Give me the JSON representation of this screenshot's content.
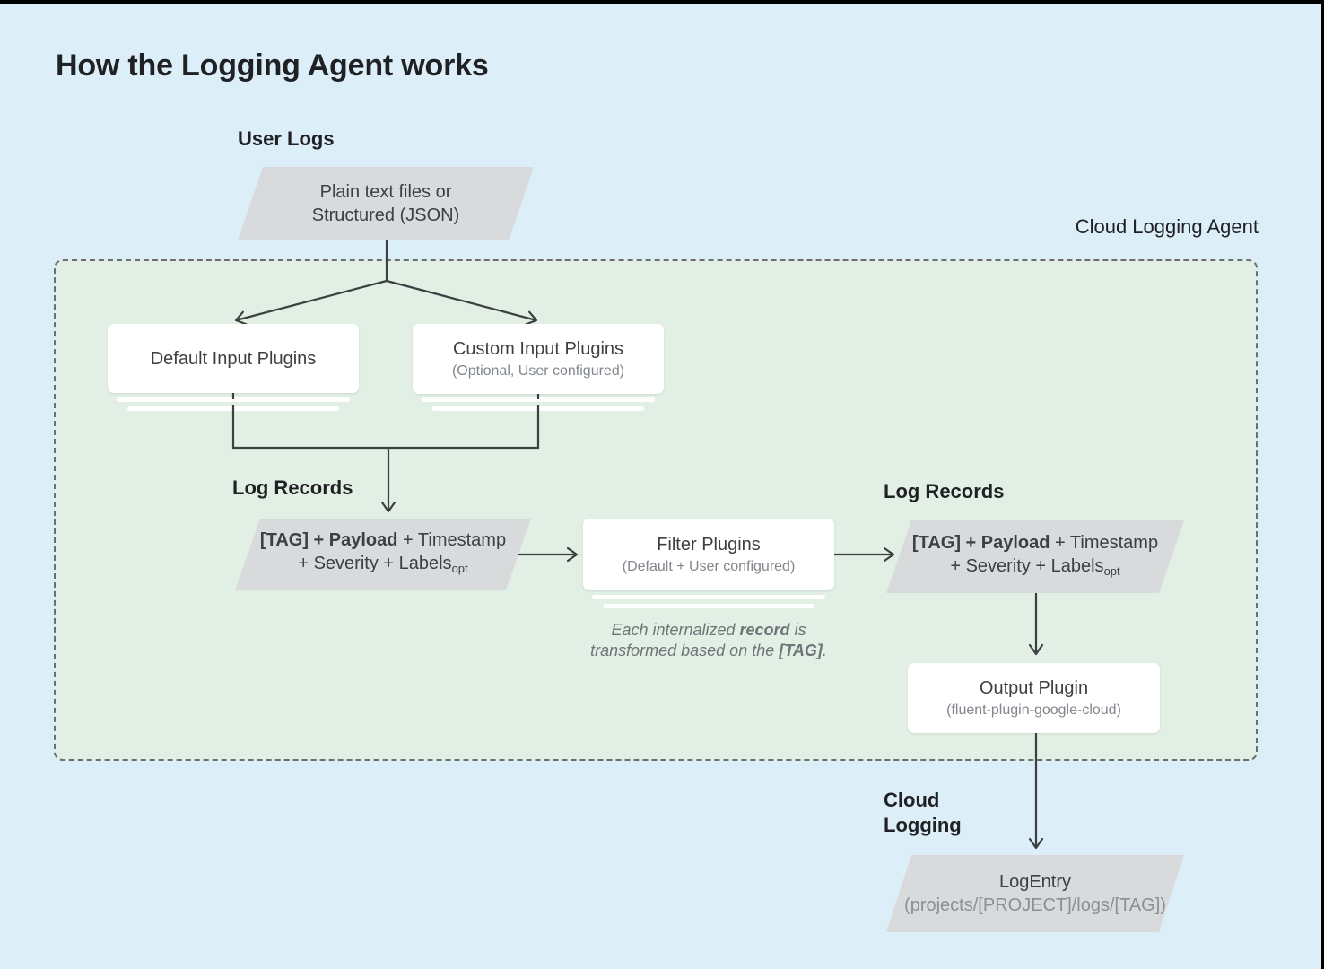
{
  "title": "How the Logging Agent works",
  "agent_label": "Cloud Logging Agent",
  "sections": {
    "user_logs": "User Logs",
    "log_records_left": "Log Records",
    "log_records_right": "Log Records",
    "cloud_line1": "Cloud",
    "cloud_line2": "Logging"
  },
  "nodes": {
    "user_logs_file": {
      "line1": "Plain text files or",
      "line2": "Structured (JSON)"
    },
    "default_input": {
      "title": "Default Input Plugins"
    },
    "custom_input": {
      "title": "Custom Input Plugins",
      "subtitle": "(Optional, User configured)"
    },
    "log_record_left": {
      "bold": "[TAG] + Payload",
      "rest": " + Timestamp",
      "line2": "+ Severity + Labels",
      "subscript": "opt"
    },
    "filter": {
      "title": "Filter Plugins",
      "subtitle": "(Default + User configured)"
    },
    "log_record_right": {
      "bold": "[TAG] + Payload",
      "rest": " + Timestamp",
      "line2": "+ Severity + Labels",
      "subscript": "opt"
    },
    "output": {
      "title": "Output Plugin",
      "subtitle": "(fluent-plugin-google-cloud)"
    },
    "log_entry": {
      "title": "LogEntry",
      "subtitle": "(projects/[PROJECT]/logs/[TAG])"
    }
  },
  "caption": {
    "t1": "Each internalized ",
    "b1": "record",
    "t2": " is",
    "t3": "transformed based on the ",
    "b2": "[TAG]",
    "t4": "."
  },
  "colors": {
    "background": "#dceef8",
    "agent_box_fill": "#e2efe4",
    "shape_gray": "#d9dadb",
    "line": "#3c4043"
  }
}
